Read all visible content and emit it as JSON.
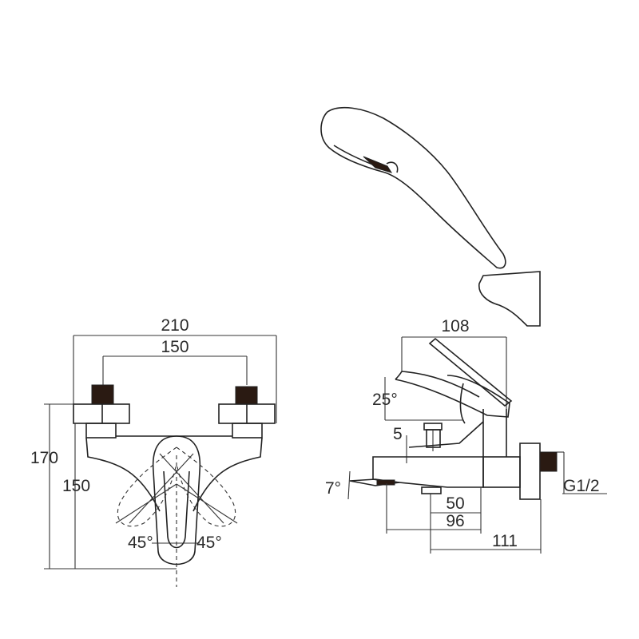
{
  "front_view": {
    "width_overall": "210",
    "width_centers": "150",
    "height_overall": "170",
    "height_outlet": "150",
    "angle_left": "45°",
    "angle_right": "45°"
  },
  "side_view": {
    "depth_top": "108",
    "lever_angle": "25°",
    "dim_small": "5",
    "spout_angle": "7°",
    "dim_50": "50",
    "dim_96": "96",
    "dim_111": "111",
    "thread": "G1/2"
  },
  "colors": {
    "line": "#222222",
    "fill_dark": "#2a1a12"
  }
}
